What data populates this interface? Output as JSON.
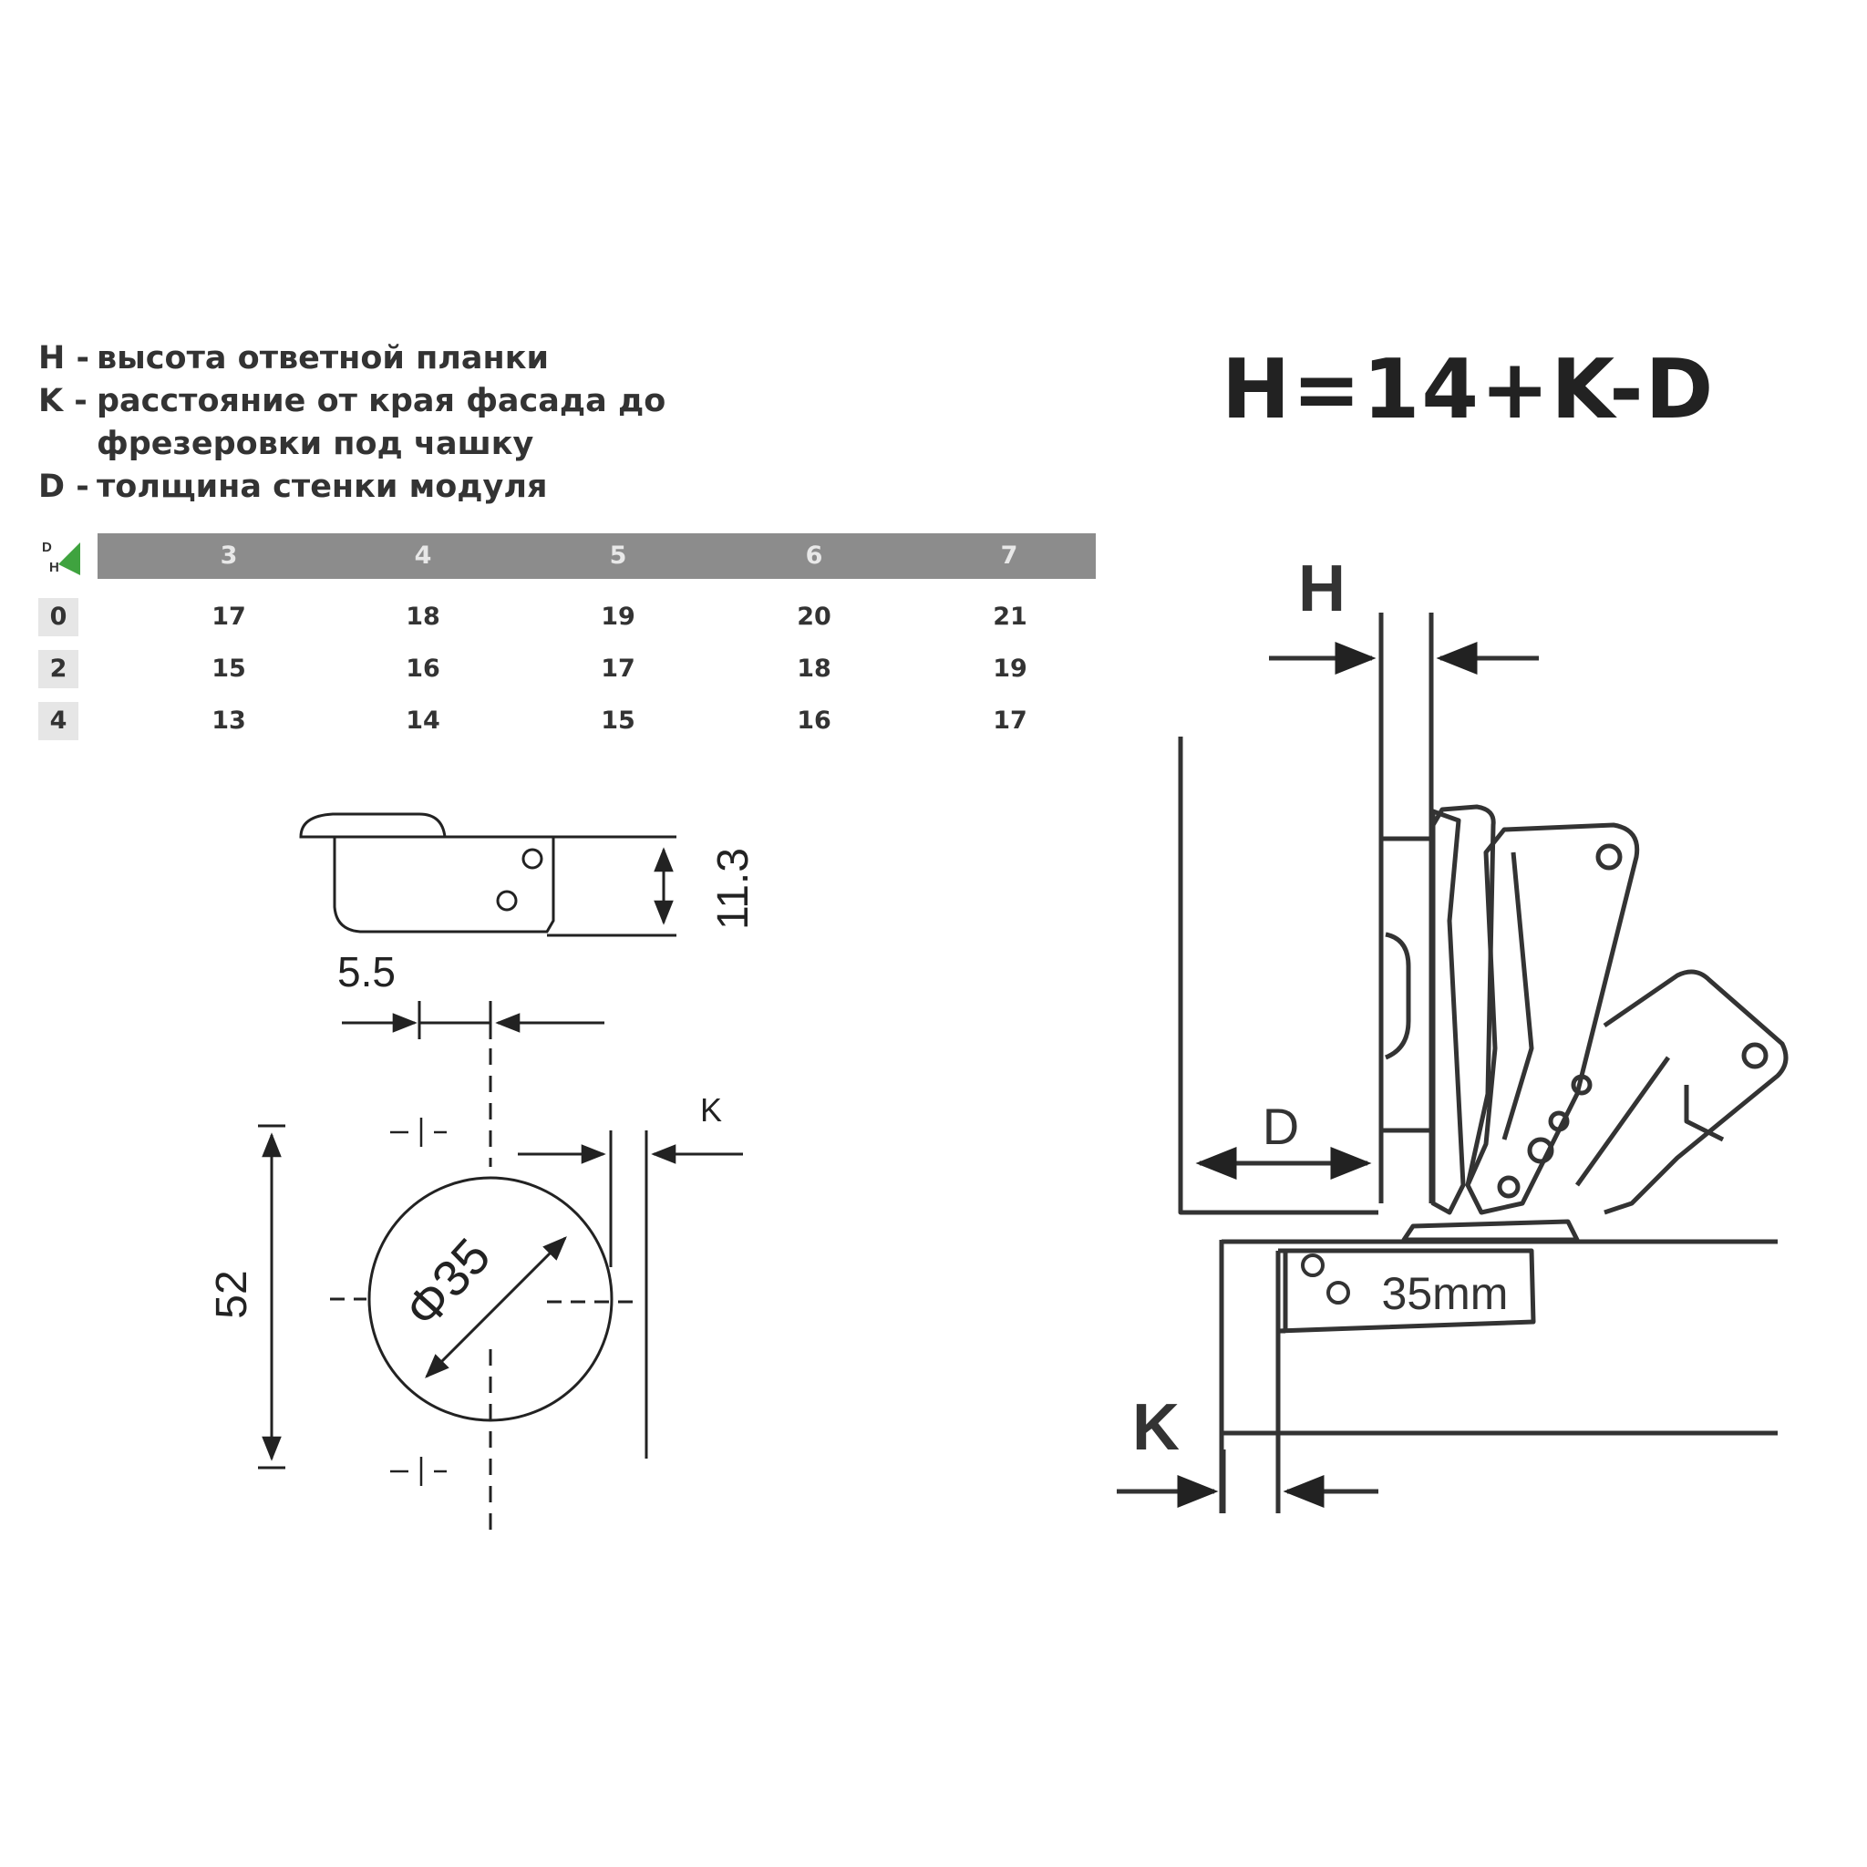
{
  "legend": {
    "h_key": "H -",
    "h_text": "высота ответной планки",
    "k_key": "K -",
    "k_text": "расстояние от края фасада до",
    "k_text_cont": "фрезеровки под чашку",
    "d_key": "D -",
    "d_text": "толщина стенки модуля"
  },
  "formula": "H=14+K-D",
  "table": {
    "corner_top": "D",
    "corner_bottom": "H",
    "columns": [
      "3",
      "4",
      "5",
      "6",
      "7"
    ],
    "rows": [
      {
        "header": "0",
        "values": [
          "17",
          "18",
          "19",
          "20",
          "21"
        ]
      },
      {
        "header": "2",
        "values": [
          "15",
          "16",
          "17",
          "18",
          "19"
        ]
      },
      {
        "header": "4",
        "values": [
          "13",
          "14",
          "15",
          "16",
          "17"
        ]
      }
    ]
  },
  "cup_drawing": {
    "depth_label": "11.3",
    "offset_label": "5.5",
    "k_label": "K",
    "height_label": "52",
    "diameter_label": "Φ35"
  },
  "hinge_drawing": {
    "h_label": "H",
    "d_label": "D",
    "k_label": "K",
    "cup_label": "35mm"
  }
}
